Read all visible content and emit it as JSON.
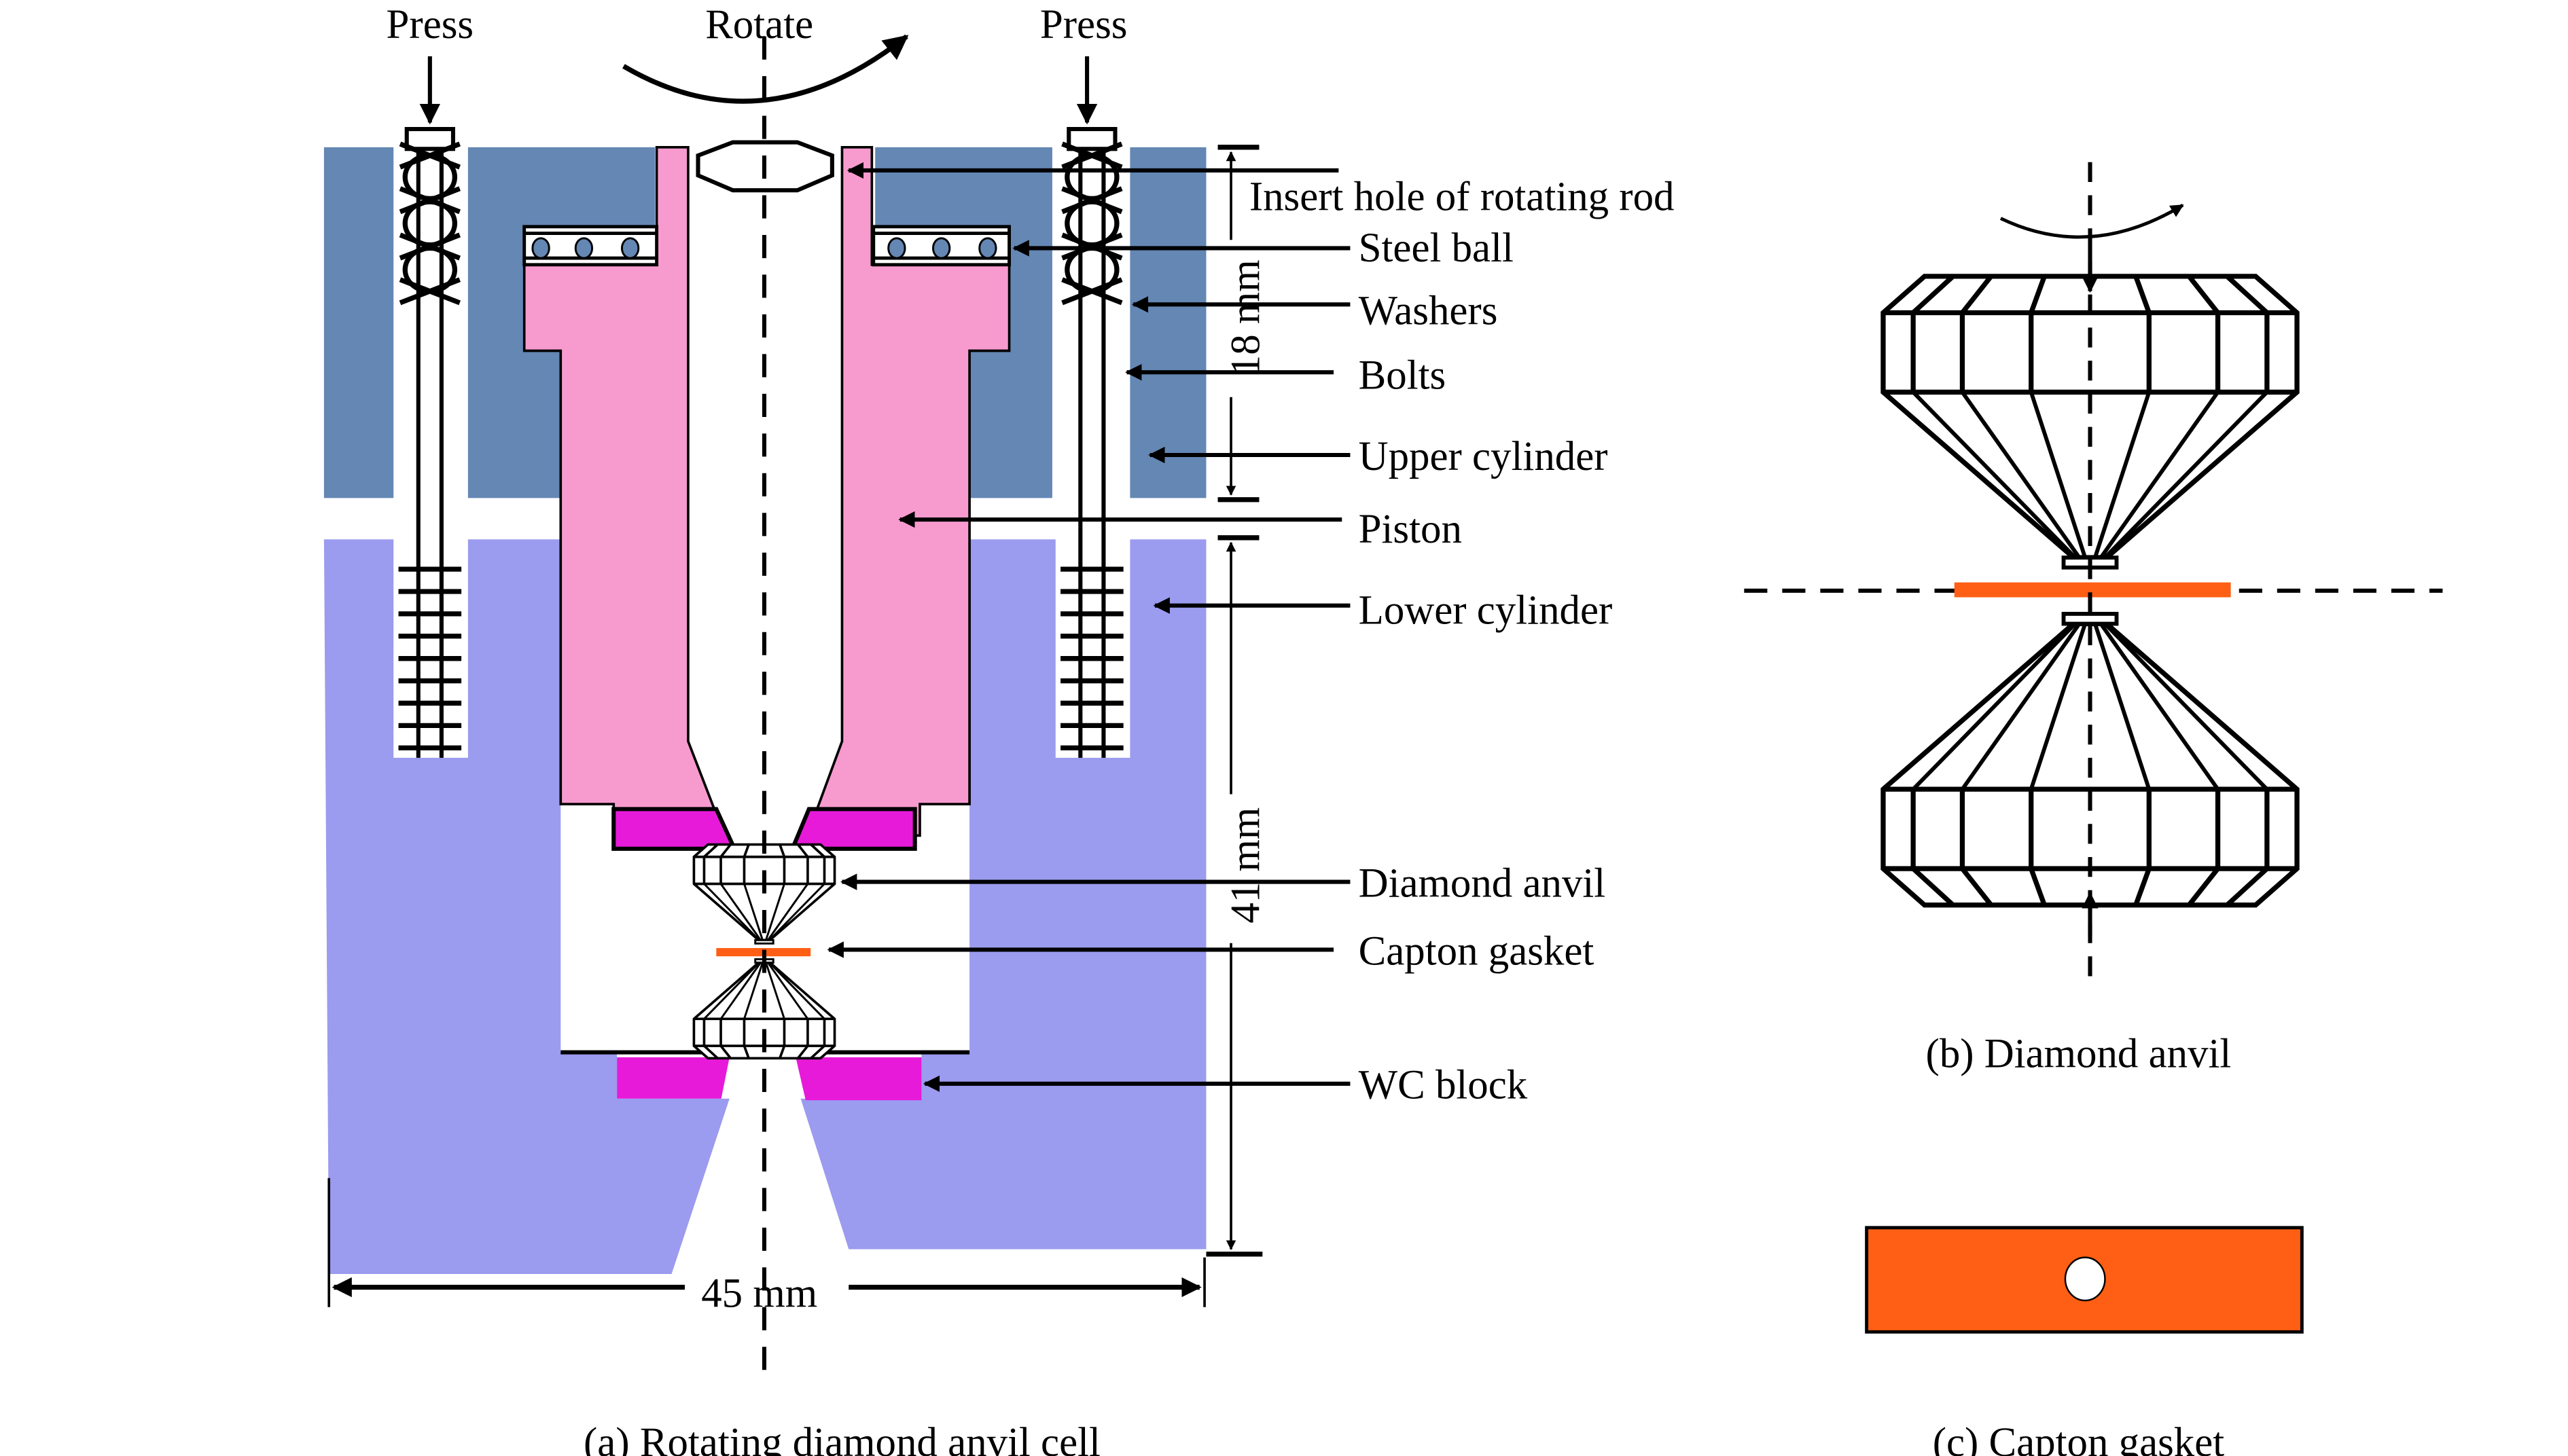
{
  "figure": {
    "panel_a": {
      "caption": "(a) Rotating diamond anvil cell",
      "top_labels": {
        "press_left": "Press",
        "rotate": "Rotate",
        "press_right": "Press"
      },
      "callouts": [
        {
          "key": "insert_hole",
          "text": "Insert hole of rotating rod"
        },
        {
          "key": "steel_ball",
          "text": "Steel ball"
        },
        {
          "key": "washers",
          "text": "Washers"
        },
        {
          "key": "bolts",
          "text": "Bolts"
        },
        {
          "key": "upper_cylinder",
          "text": "Upper cylinder"
        },
        {
          "key": "piston",
          "text": "Piston"
        },
        {
          "key": "lower_cylinder",
          "text": "Lower cylinder"
        },
        {
          "key": "diamond_anvil",
          "text": "Diamond anvil"
        },
        {
          "key": "capton_gasket",
          "text": "Capton gasket"
        },
        {
          "key": "wc_block",
          "text": "WC block"
        }
      ],
      "dimensions": {
        "upper_height": "18 mm",
        "lower_height": "41 mm",
        "width": "45 mm"
      }
    },
    "panel_b": {
      "caption": "(b) Diamond anvil"
    },
    "panel_c": {
      "caption": "(c) Capton gasket"
    },
    "colors": {
      "upper_cylinder": "#6487b4",
      "lower_cylinder": "#9b9bef",
      "piston": "#f79bcf",
      "wc_block": "#e81ad9",
      "gasket": "#ff5f14",
      "line": "#000000",
      "background": "#ffffff"
    }
  }
}
